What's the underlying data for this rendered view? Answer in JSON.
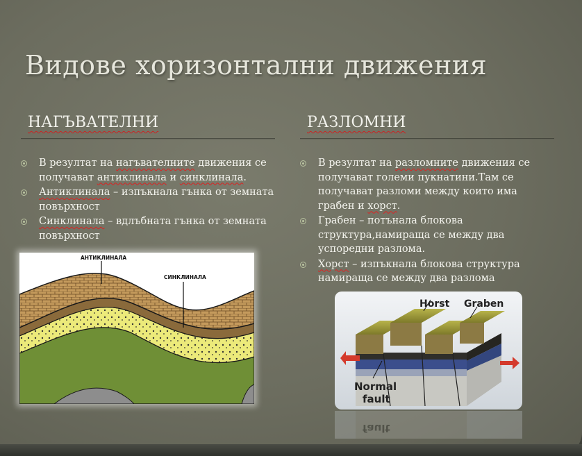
{
  "title": "Видове хоризонтални движения",
  "left": {
    "heading": "НАГЪВАТЕЛНИ",
    "bullets": [
      [
        "В резултат на ",
        "нагъвателните",
        " движения се получават ",
        "антиклинала",
        " и ",
        "синклинала",
        "."
      ],
      [
        "Антиклинала",
        " – изпъкнала гънка от земната повърхност"
      ],
      [
        "Синклинала",
        " – вдлъбната гънка от земната повърхност"
      ]
    ],
    "figure_labels": {
      "anticline": "АНТИКЛИНАЛА",
      "syncline": "СИНКЛИНАЛА"
    }
  },
  "right": {
    "heading": "РАЗЛОМНИ",
    "bullets": [
      [
        "В резултат на ",
        "разломните",
        " движения се получават големи пукнатини.Там се получават разломи между които има грабен и ",
        "хорст",
        "."
      ],
      [
        "Грабен – потънала блокова структура,намираща се между два успоредни разлома."
      ],
      [
        "Хорст",
        " – изпъкнала блокова структура намираща се между два разлома"
      ]
    ],
    "figure_labels": {
      "horst": "Horst",
      "graben": "Graben",
      "normal": "Normal",
      "fault": "fault"
    }
  },
  "colors": {
    "background": "#6c6d5f",
    "text": "#f4f4ee",
    "spell_underline": "#d22",
    "bullet": "#b9c3a0"
  }
}
